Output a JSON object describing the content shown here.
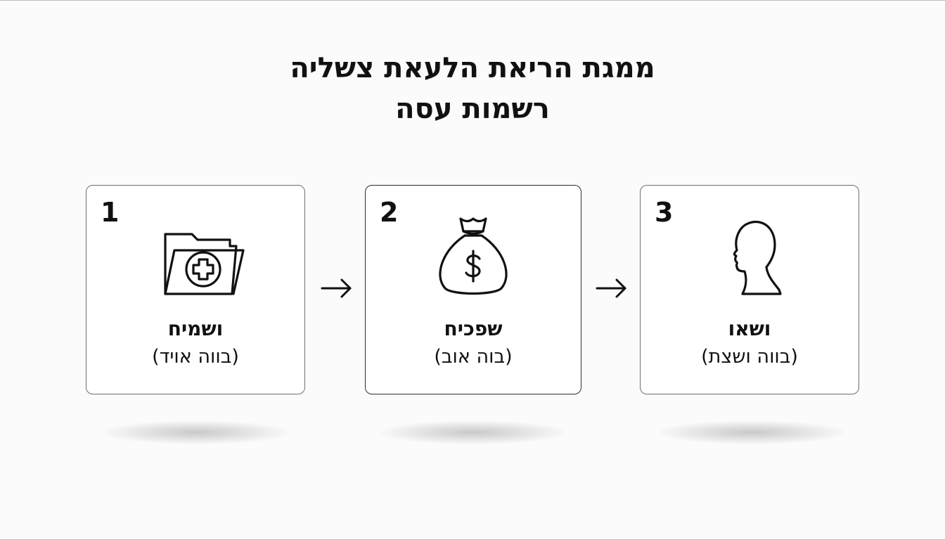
{
  "title": {
    "line1": "ממגת הריאת הלעאת צשליה",
    "line2": "רשמות עסה"
  },
  "steps": [
    {
      "number": "1",
      "icon": "medical-folder-icon",
      "label": "ושמיח",
      "sublabel": "(בווה אויד)"
    },
    {
      "number": "2",
      "icon": "money-bag-icon",
      "label": "שפכיח",
      "sublabel": "(בוה אוב)"
    },
    {
      "number": "3",
      "icon": "head-profile-icon",
      "label": "ושאו",
      "sublabel": "(בווה ושצת)"
    }
  ],
  "connectors": [
    "arrow-right-icon",
    "arrow-right-icon"
  ]
}
